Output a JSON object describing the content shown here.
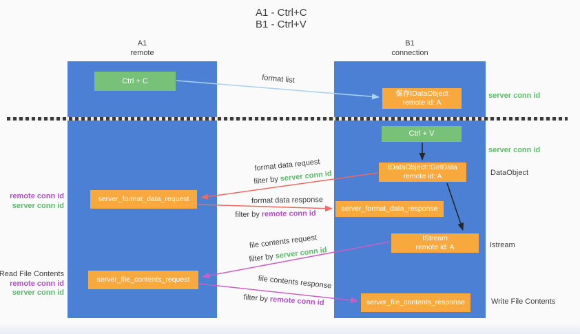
{
  "title": {
    "line1": "A1 - Ctrl+C",
    "line2": "B1 - Ctrl+V"
  },
  "columns": {
    "a": {
      "name": "A1",
      "subtitle": "remote"
    },
    "b": {
      "name": "B1",
      "subtitle": "connection"
    }
  },
  "boxes": {
    "ctrl_c": {
      "label": "Ctrl + C"
    },
    "save_dataobject": {
      "line1": "保存IDataObject",
      "line2": "remote id: A"
    },
    "ctrl_v": {
      "label": "Ctrl + V"
    },
    "getdata": {
      "line1": "IDataObject::GetData",
      "line2": "remote id: A"
    },
    "format_request": {
      "label": "server_format_data_request"
    },
    "format_response": {
      "label": "server_format_data_response"
    },
    "istream": {
      "line1": "IStream",
      "line2": "remote id: A"
    },
    "file_request": {
      "label": "server_file_contents_request"
    },
    "file_response": {
      "label": "server_file_contents_response"
    }
  },
  "side_labels": {
    "right_top_conn": "server conn id",
    "right_mid_conn": "server conn id",
    "dataobject": "DataObject",
    "istream": "Istream",
    "write_file": "Write File Contents",
    "left_remote_conn_1": "remote conn id",
    "left_server_conn_1": "server conn id",
    "read_file": "Read File Contents",
    "left_remote_conn_2": "remote conn id",
    "left_server_conn_2": "server conn id"
  },
  "arrow_labels": {
    "format_list": "format list",
    "fdr_title": "format data request",
    "fdr_filter_prefix": "filter by",
    "fdr_filter_id": "server conn id",
    "fdres_title": "format data response",
    "fdres_filter_prefix": "filter by",
    "fdres_filter_id": "remote conn id",
    "fcr_title": "file contents request",
    "fcr_filter_prefix": "filter by",
    "fcr_filter_id": "server conn id",
    "fcres_title": "file contents response",
    "fcres_filter_prefix": "filter by",
    "fcres_filter_id": "remote conn id"
  },
  "colors": {
    "background": "#fafafa",
    "column_blue": "#4C80D4",
    "box_green": "#77C178",
    "box_orange": "#F8A93E",
    "label_green": "#5CBB6A",
    "label_purple": "#B44FC8",
    "arrow_red": "#F0685F",
    "arrow_magenta": "#C95FC5",
    "arrow_blue": "#A8D2F2",
    "arrow_black": "#262626",
    "text_dark": "#3D3D3D",
    "dash": "#3A3A3A"
  }
}
